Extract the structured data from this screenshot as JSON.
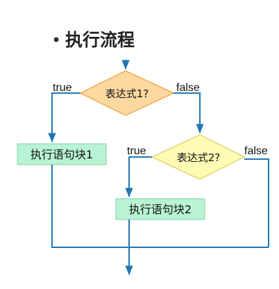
{
  "title": {
    "bullet": "•",
    "text": "执行流程"
  },
  "decision1": {
    "text": "表达式1?",
    "fill": "#fdd9a2",
    "stroke": "#f0a64a"
  },
  "decision2": {
    "text": "表达式2?",
    "fill": "#fdfbb4",
    "stroke": "#e5d26a"
  },
  "block1": {
    "text": "执行语句块1",
    "fill": "#b9f3d3",
    "stroke": "#7fd3a6"
  },
  "block2": {
    "text": "执行语句块2",
    "fill": "#b9f3d3",
    "stroke": "#7fd3a6"
  },
  "labels": {
    "d1_true": "true",
    "d1_false": "false",
    "d2_true": "true",
    "d2_false": "false"
  },
  "colors": {
    "line": "#1f77b4"
  }
}
